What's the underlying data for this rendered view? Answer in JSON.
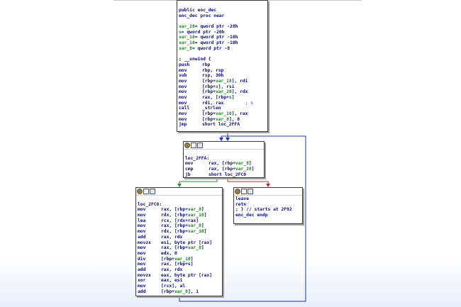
{
  "colors": {
    "edge_false": "#1a9a1a",
    "edge_true": "#d42020",
    "edge_flow": "#1a34c8",
    "text": "#0b0b8a",
    "var": "#0d8b0d"
  },
  "blocks": {
    "entry": {
      "lines": [
        {
          "text": "public enc_dec"
        },
        {
          "text": "enc_dec proc near"
        },
        {
          "text": ""
        },
        {
          "parts": [
            {
              "t": "var_28",
              "c": "var"
            },
            {
              "t": "= qword ptr -28h"
            }
          ]
        },
        {
          "parts": [
            {
              "t": "s",
              "c": "var"
            },
            {
              "t": "= qword ptr -20h"
            }
          ]
        },
        {
          "parts": [
            {
              "t": "var_18",
              "c": "var"
            },
            {
              "t": "= qword ptr -18h"
            }
          ]
        },
        {
          "parts": [
            {
              "t": "var_10",
              "c": "var"
            },
            {
              "t": "= qword ptr -10h"
            }
          ]
        },
        {
          "parts": [
            {
              "t": "var_8",
              "c": "var"
            },
            {
              "t": "= qword ptr -8"
            }
          ]
        },
        {
          "text": ""
        },
        {
          "text": "; __unwind {"
        },
        {
          "mn": "push",
          "parts": [
            {
              "t": "rbp"
            }
          ]
        },
        {
          "mn": "mov",
          "parts": [
            {
              "t": "rbp, rsp"
            }
          ]
        },
        {
          "mn": "sub",
          "parts": [
            {
              "t": "rsp, 30h"
            }
          ]
        },
        {
          "mn": "mov",
          "parts": [
            {
              "t": "[rbp+"
            },
            {
              "t": "var_18",
              "c": "var"
            },
            {
              "t": "], rdi"
            }
          ]
        },
        {
          "mn": "mov",
          "parts": [
            {
              "t": "[rbp+"
            },
            {
              "t": "s",
              "c": "var"
            },
            {
              "t": "], rsi"
            }
          ]
        },
        {
          "mn": "mov",
          "parts": [
            {
              "t": "[rbp+"
            },
            {
              "t": "var_28",
              "c": "var"
            },
            {
              "t": "], rdx"
            }
          ]
        },
        {
          "mn": "mov",
          "parts": [
            {
              "t": "rax, [rbp+"
            },
            {
              "t": "s",
              "c": "var"
            },
            {
              "t": "]"
            }
          ]
        },
        {
          "mn": "mov",
          "parts": [
            {
              "t": "rdi, rax        "
            },
            {
              "t": "; s",
              "c": "cmt"
            }
          ]
        },
        {
          "mn": "call",
          "parts": [
            {
              "t": "_strlen"
            }
          ]
        },
        {
          "mn": "mov",
          "parts": [
            {
              "t": "[rbp+"
            },
            {
              "t": "var_10",
              "c": "var"
            },
            {
              "t": "], rax"
            }
          ]
        },
        {
          "mn": "mov",
          "parts": [
            {
              "t": "[rbp+"
            },
            {
              "t": "var_8",
              "c": "var"
            },
            {
              "t": "], 0"
            }
          ]
        },
        {
          "mn": "jmp",
          "parts": [
            {
              "t": "short loc_2FFA"
            }
          ]
        }
      ]
    },
    "loop_check": {
      "lines": [
        {
          "text": ""
        },
        {
          "text": "loc_2FFA:"
        },
        {
          "mn": "mov",
          "parts": [
            {
              "t": "rax, [rbp+"
            },
            {
              "t": "var_8",
              "c": "var"
            },
            {
              "t": "]"
            }
          ]
        },
        {
          "mn": "cmp",
          "parts": [
            {
              "t": "rax, [rbp+"
            },
            {
              "t": "var_28",
              "c": "var"
            },
            {
              "t": "]"
            }
          ]
        },
        {
          "mn": "jb",
          "parts": [
            {
              "t": "short loc_2FC0"
            }
          ]
        }
      ]
    },
    "loop_body": {
      "lines": [
        {
          "text": ""
        },
        {
          "text": "loc_2FC0:"
        },
        {
          "mn": "mov",
          "parts": [
            {
              "t": "rax, [rbp+"
            },
            {
              "t": "var_8",
              "c": "var"
            },
            {
              "t": "]"
            }
          ]
        },
        {
          "mn": "mov",
          "parts": [
            {
              "t": "rdx, [rbp+"
            },
            {
              "t": "var_18",
              "c": "var"
            },
            {
              "t": "]"
            }
          ]
        },
        {
          "mn": "lea",
          "parts": [
            {
              "t": "rcx, [rdx+rax]"
            }
          ]
        },
        {
          "mn": "mov",
          "parts": [
            {
              "t": "rax, [rbp+"
            },
            {
              "t": "var_8",
              "c": "var"
            },
            {
              "t": "]"
            }
          ]
        },
        {
          "mn": "mov",
          "parts": [
            {
              "t": "rdx, [rbp+"
            },
            {
              "t": "var_18",
              "c": "var"
            },
            {
              "t": "]"
            }
          ]
        },
        {
          "mn": "add",
          "parts": [
            {
              "t": "rax, rdx"
            }
          ]
        },
        {
          "mn": "movzx",
          "parts": [
            {
              "t": "esi, byte ptr [rax]"
            }
          ]
        },
        {
          "mn": "mov",
          "parts": [
            {
              "t": "rax, [rbp+"
            },
            {
              "t": "var_8",
              "c": "var"
            },
            {
              "t": "]"
            }
          ]
        },
        {
          "mn": "mov",
          "parts": [
            {
              "t": "edx, 0"
            }
          ]
        },
        {
          "mn": "div",
          "parts": [
            {
              "t": "[rbp+"
            },
            {
              "t": "var_10",
              "c": "var"
            },
            {
              "t": "]"
            }
          ]
        },
        {
          "mn": "mov",
          "parts": [
            {
              "t": "rax, [rbp+s]"
            }
          ]
        },
        {
          "mn": "add",
          "parts": [
            {
              "t": "rax, rdx"
            }
          ]
        },
        {
          "mn": "movzx",
          "parts": [
            {
              "t": "eax, byte ptr [rax]"
            }
          ]
        },
        {
          "mn": "xor",
          "parts": [
            {
              "t": "eax, esi"
            }
          ]
        },
        {
          "mn": "mov",
          "parts": [
            {
              "t": "[rcx], al"
            }
          ]
        },
        {
          "mn": "add",
          "parts": [
            {
              "t": "[rbp+"
            },
            {
              "t": "var_8",
              "c": "var"
            },
            {
              "t": "], 1"
            }
          ]
        }
      ]
    },
    "exit": {
      "lines": [
        {
          "mn": "leave",
          "parts": []
        },
        {
          "mn": "retn",
          "parts": []
        },
        {
          "text": "; } // starts at 2F92"
        },
        {
          "text": "enc_dec endp"
        }
      ]
    }
  },
  "header_icons": [
    "color-icon",
    "graph-icon",
    "zoom-icon"
  ]
}
